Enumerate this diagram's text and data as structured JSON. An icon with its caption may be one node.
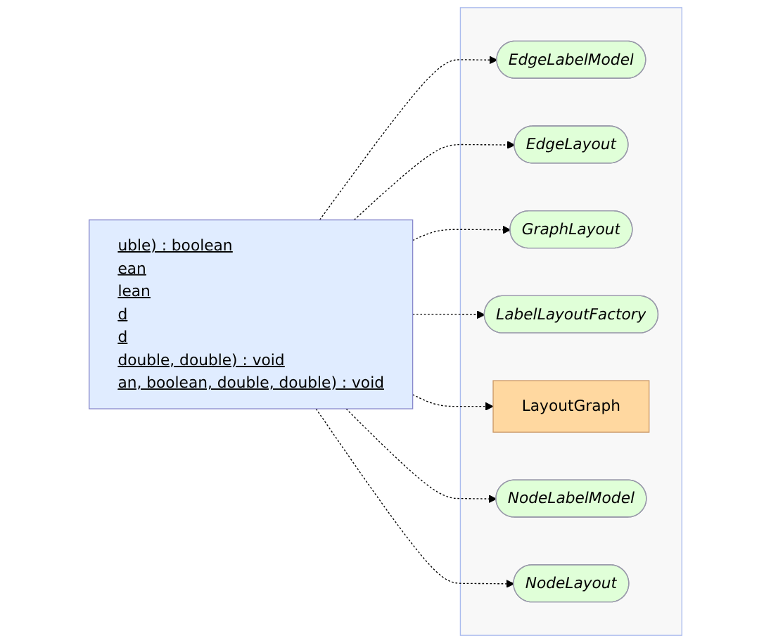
{
  "diagram": {
    "nodes": [
      {
        "text": [
          "uble) : boolean",
          "ean",
          "lean",
          "d",
          "d",
          "double, double) : void",
          "an, boolean, double, double) : void"
        ]
      },
      {
        "text": [],
        "shape": "box"
      },
      {
        "text": [
          "EdgeLabelModel"
        ],
        "in": 1
      },
      {
        "text": [
          "EdgeLayout"
        ],
        "in": 1
      },
      {
        "text": [
          "GraphLayout"
        ],
        "in": 1
      },
      {
        "text": [
          "LabelLayoutFactory"
        ],
        "in": 1
      },
      {
        "text": [
          "LayoutGraph"
        ],
        "in": 1
      },
      {
        "text": [
          "NodeLabelModel"
        ],
        "in": 1
      },
      {
        "text": [
          "NodeLayout"
        ],
        "in": 1
      }
    ],
    "edges": [
      {
        "from": 0,
        "to": 2,
        "arrow": "to",
        "style": "dashed"
      },
      {
        "from": 0,
        "to": 3,
        "arrow": "to",
        "style": "dashed"
      },
      {
        "from": 0,
        "to": 4,
        "arrow": "to",
        "style": "dashed"
      },
      {
        "from": 0,
        "to": 5,
        "arrow": "to",
        "style": "dashed"
      },
      {
        "from": 0,
        "to": 6,
        "arrow": "to",
        "style": "dashed"
      },
      {
        "from": 0,
        "to": 7,
        "arrow": "to",
        "style": "dashed"
      },
      {
        "from": 0,
        "to": 8,
        "arrow": "to",
        "style": "dashed"
      }
    ]
  }
}
